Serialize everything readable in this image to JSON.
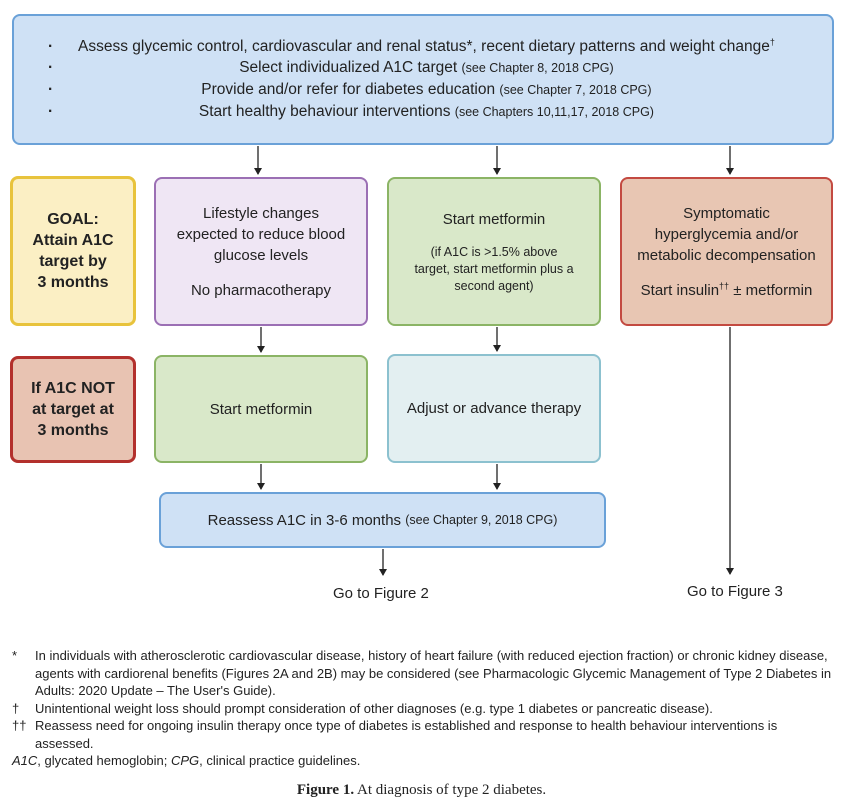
{
  "top": {
    "items": [
      {
        "main": "Assess glycemic control, cardiovascular and renal status*, recent dietary patterns and weight change",
        "sup": "†",
        "note": ""
      },
      {
        "main": "Select individualized A1C target",
        "sup": "",
        "note": "(see Chapter 8, 2018 CPG)"
      },
      {
        "main": "Provide and/or refer for diabetes education",
        "sup": "",
        "note": "(see Chapter 7, 2018 CPG)"
      },
      {
        "main": "Start healthy behaviour interventions",
        "sup": "",
        "note": "(see Chapters 10,11,17, 2018 CPG)"
      }
    ]
  },
  "goal": {
    "lines": [
      "GOAL:",
      "Attain A1C",
      "target by",
      "3 months"
    ]
  },
  "ifnot": {
    "lines": [
      "If A1C NOT",
      "at target at",
      "3 months"
    ]
  },
  "lifestyle": {
    "lines": [
      "Lifestyle changes",
      "expected to reduce blood",
      "glucose levels"
    ],
    "sub": "No pharmacotherapy"
  },
  "metformin1": {
    "title": "Start metformin",
    "notes": [
      "(if A1C is >1.5% above",
      "target, start metformin plus a",
      "second agent)"
    ]
  },
  "symptomatic": {
    "lines": [
      "Symptomatic",
      "hyperglycemia and/or",
      "metabolic decompensation"
    ],
    "insulin_pre": "Start insulin",
    "insulin_sup": "††",
    "insulin_post": " ± metformin"
  },
  "metformin2": {
    "label": "Start metformin"
  },
  "adjust": {
    "label": "Adjust or advance therapy"
  },
  "reassess": {
    "main": "Reassess A1C in 3-6 months",
    "note": "(see Chapter 9, 2018 CPG)"
  },
  "go2": "Go to Figure 2",
  "go3": "Go to Figure 3",
  "footnotes": [
    {
      "mark": "*",
      "text": "In individuals with atherosclerotic cardiovascular disease, history of heart failure (with reduced ejection fraction) or chronic kidney disease, agents with cardiorenal benefits (Figures 2A and 2B) may be considered (see Pharmacologic Glycemic Management of Type 2 Diabetes in Adults: 2020 Update – The User's Guide)."
    },
    {
      "mark": "†",
      "text": "Unintentional weight loss should prompt consideration of other diagnoses (e.g. type 1 diabetes or pancreatic disease)."
    },
    {
      "mark": "††",
      "text": "Reassess need for ongoing insulin therapy once type of diabetes is established and response to health behaviour interventions is assessed."
    }
  ],
  "abbrev": {
    "a1c_term": "A1C",
    "a1c_def": ", glycated hemoglobin; ",
    "cpg_term": "CPG",
    "cpg_def": ", clinical practice guidelines."
  },
  "caption": {
    "label": "Figure 1.",
    "text": " At diagnosis of type 2 diabetes."
  },
  "colors": {
    "blue_fill": "#cfe1f5",
    "blue_border": "#6aa1d8",
    "yellow_fill": "#fbefc4",
    "yellow_border": "#e8c33c",
    "red_fill": "#e8c3b2",
    "red_border": "#b3302c",
    "purple_fill": "#efe6f4",
    "purple_border": "#9b6fb4",
    "green_fill": "#d9e8c9",
    "green_border": "#8bb465",
    "teal_fill": "#e3eff1",
    "teal_border": "#8cc1cf"
  }
}
